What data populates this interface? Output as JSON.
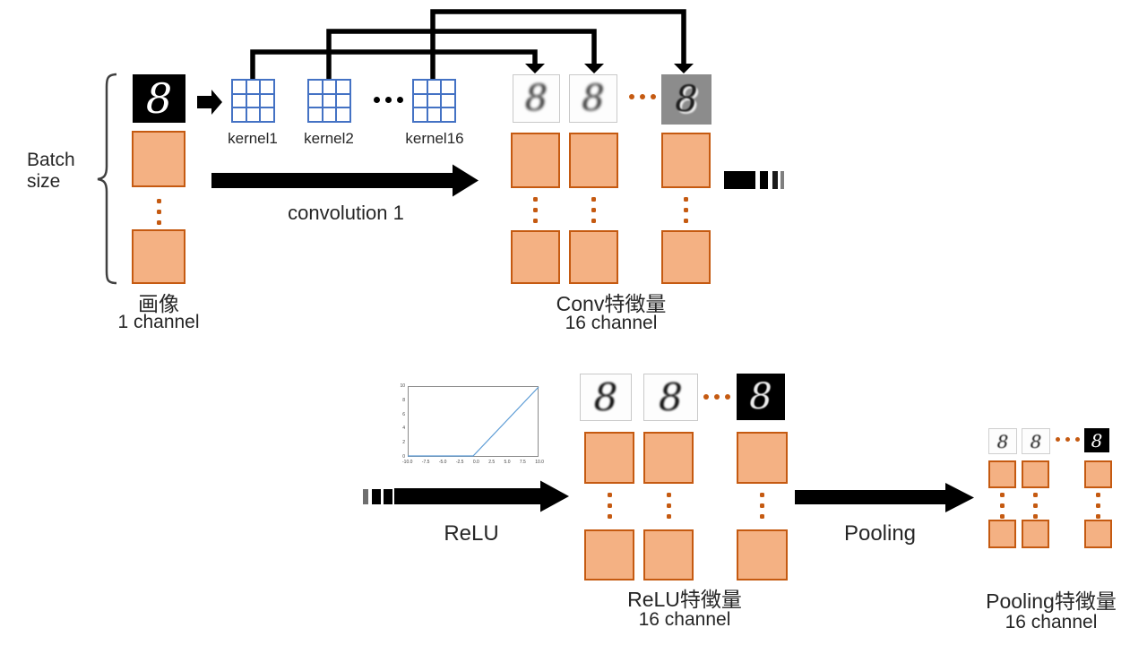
{
  "diagram": {
    "digit": "8",
    "batch": {
      "line1": "Batch",
      "line2": "size"
    },
    "input": {
      "title": "画像",
      "channel": "1 channel"
    },
    "kernels": {
      "labels": [
        "kernel1",
        "kernel2",
        "kernel16"
      ]
    },
    "conv": {
      "arrow_label": "convolution 1",
      "title": "Conv特徴量",
      "channel": "16 channel"
    },
    "relu": {
      "arrow_label": "ReLU",
      "title": "ReLU特徴量",
      "channel": "16 channel"
    },
    "pool": {
      "arrow_label": "Pooling",
      "title": "Pooling特徴量",
      "channel": "16 channel"
    }
  },
  "relu_plot": {
    "type": "line",
    "x": [
      -10,
      0,
      10
    ],
    "y": [
      0,
      0,
      10
    ],
    "xticks": [
      "-10.0",
      "-7.5",
      "-5.0",
      "-2.5",
      "0.0",
      "2.5",
      "5.0",
      "7.5",
      "10.0"
    ],
    "xlim": [
      -10,
      10
    ],
    "yticks": [
      "0",
      "2",
      "4",
      "6",
      "8",
      "10"
    ],
    "ylim": [
      0,
      10
    ],
    "line_color": "#5B9BD5",
    "grid": false
  },
  "colors": {
    "feature_fill": "#F4B183",
    "feature_border": "#C55A11",
    "ellipsis_dot": "#C55A11",
    "kernel_grid": "#4472C4",
    "arrow": "#000000",
    "fade_gray": "#7f7f7f",
    "text": "#262626",
    "conv16_bg": "#8c8c8c"
  }
}
